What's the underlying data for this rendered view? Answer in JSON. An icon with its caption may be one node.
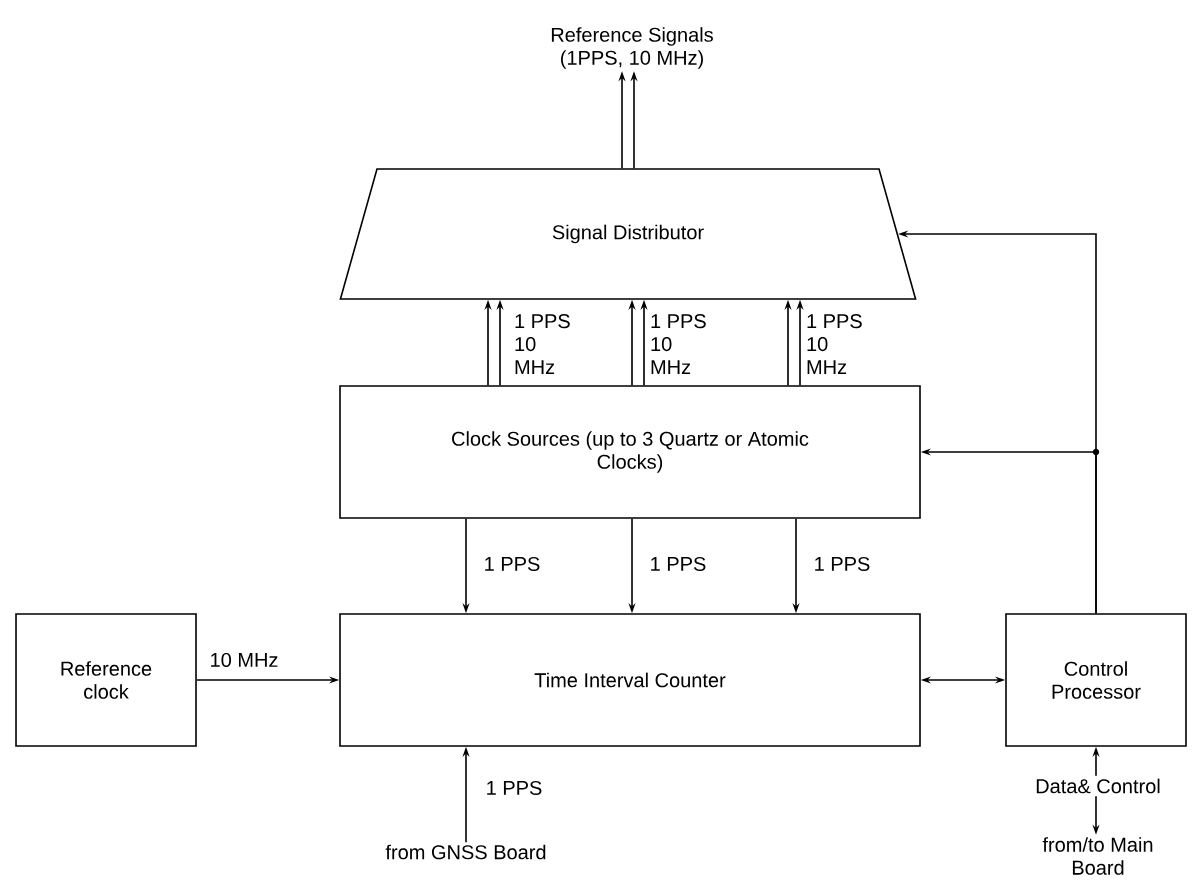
{
  "diagram": {
    "nodes": [
      {
        "text": [
          "Reference Signals (1PPS, 10 MHz)"
        ]
      },
      {
        "text": [
          "Signal Distributor"
        ]
      },
      {
        "text": [
          "Clock Sources (up to 3 Quartz or Atomic Clocks)"
        ]
      },
      {
        "text": [
          "Reference clock"
        ]
      },
      {
        "text": [
          "Time Interval Counter"
        ]
      },
      {
        "text": [
          "Control Processor"
        ]
      },
      {
        "text": [
          "from GNSS Board"
        ]
      },
      {
        "text": [
          "from/to Main Board"
        ]
      }
    ],
    "edges": [
      {
        "from": 1,
        "to": 0,
        "arrow": "to"
      },
      {
        "from": 1,
        "to": 0,
        "arrow": "to"
      },
      {
        "from": 2,
        "to": 1,
        "arrow": "to"
      },
      {
        "from": 2,
        "to": 1,
        "arrow": "to",
        "label": "1 PPS 10 MHz"
      },
      {
        "from": 2,
        "to": 1,
        "arrow": "to"
      },
      {
        "from": 2,
        "to": 1,
        "arrow": "to",
        "label": "1 PPS 10 MHz"
      },
      {
        "from": 2,
        "to": 1,
        "arrow": "to"
      },
      {
        "from": 2,
        "to": 1,
        "arrow": "to",
        "label": "1 PPS 10 MHz"
      },
      {
        "from": 2,
        "to": 4,
        "arrow": "to",
        "label": "1 PPS"
      },
      {
        "from": 2,
        "to": 4,
        "arrow": "to",
        "label": "1 PPS"
      },
      {
        "from": 2,
        "to": 4,
        "arrow": "to",
        "label": "1 PPS"
      },
      {
        "from": 3,
        "to": 4,
        "arrow": "to",
        "label": "10 MHz"
      },
      {
        "from": 6,
        "to": 4,
        "arrow": "to",
        "label": "1 PPS"
      },
      {
        "from": 4,
        "to": 5,
        "arrow": "both"
      },
      {
        "from": 5,
        "to": 2,
        "arrow": "to"
      },
      {
        "from": 5,
        "to": 1,
        "arrow": "to"
      },
      {
        "from": 5,
        "to": 7,
        "arrow": "both",
        "label": "Data& Control"
      }
    ]
  }
}
